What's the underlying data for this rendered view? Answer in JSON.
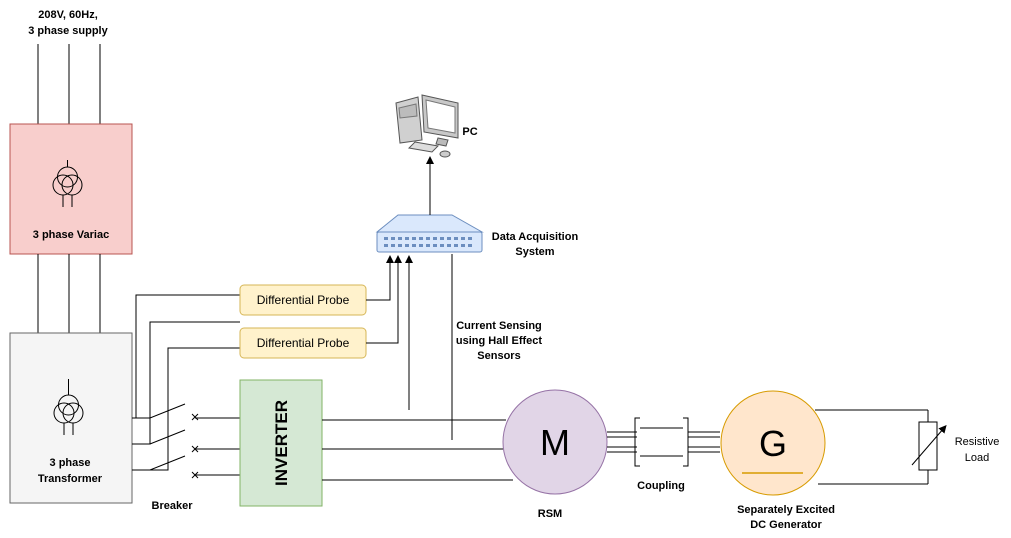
{
  "supply": {
    "line1": "208V, 60Hz,",
    "line2": "3 phase supply"
  },
  "variac": {
    "label": "3 phase Variac",
    "fill": "#f8cecc",
    "stroke": "#b85450"
  },
  "transformer": {
    "line1": "3 phase",
    "line2": "Transformer",
    "fill": "#f5f5f5",
    "stroke": "#666666"
  },
  "breaker": {
    "label": "Breaker"
  },
  "inverter": {
    "label": "INVERTER",
    "fill": "#d5e8d4",
    "stroke": "#82b366"
  },
  "probe1": {
    "label": "Differential Probe"
  },
  "probe2": {
    "label": "Differential Probe"
  },
  "probe_colors": {
    "fill": "#fff2cc",
    "stroke": "#d6b656"
  },
  "daq": {
    "line1": "Data Acquisition",
    "line2": "System",
    "fill": "#dae8fc",
    "stroke": "#6c8ebf"
  },
  "pc": {
    "label": "PC"
  },
  "current_sensing": {
    "line1": "Current Sensing",
    "line2": "using Hall Effect",
    "line3": "Sensors"
  },
  "motor": {
    "symbol": "M",
    "label": "RSM",
    "fill": "#e1d5e7",
    "stroke": "#9673a6"
  },
  "coupling": {
    "label": "Coupling"
  },
  "generator": {
    "symbol": "G",
    "line1": "Separately Excited",
    "line2": "DC Generator",
    "fill": "#ffe6cc",
    "stroke": "#d79b00"
  },
  "load": {
    "line1": "Resistive",
    "line2": "Load"
  }
}
